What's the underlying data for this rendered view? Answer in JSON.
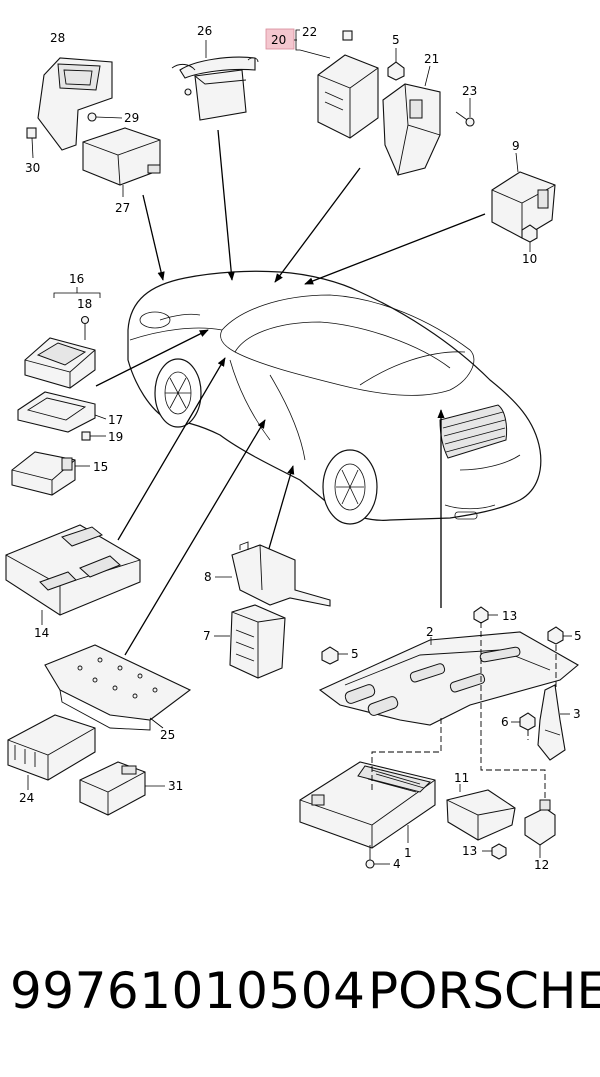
{
  "diagram": {
    "labels": {
      "l1": "1",
      "l2": "2",
      "l3": "3",
      "l4": "4",
      "l5a": "5",
      "l5b": "5",
      "l5c": "5",
      "l6": "6",
      "l7": "7",
      "l8": "8",
      "l9": "9",
      "l10": "10",
      "l11": "11",
      "l12": "12",
      "l13a": "13",
      "l13b": "13",
      "l14": "14",
      "l15": "15",
      "l16": "16",
      "l17": "17",
      "l18": "18",
      "l19": "19",
      "l20": "20",
      "l21": "21",
      "l22": "22",
      "l23": "23",
      "l24": "24",
      "l25": "25",
      "l26": "26",
      "l27": "27",
      "l28": "28",
      "l29": "29",
      "l30": "30",
      "l31": "31"
    },
    "highlight_color": "#f4c7cf"
  },
  "footer": {
    "part_number": "99761010504",
    "brand": "PORSCHE"
  }
}
